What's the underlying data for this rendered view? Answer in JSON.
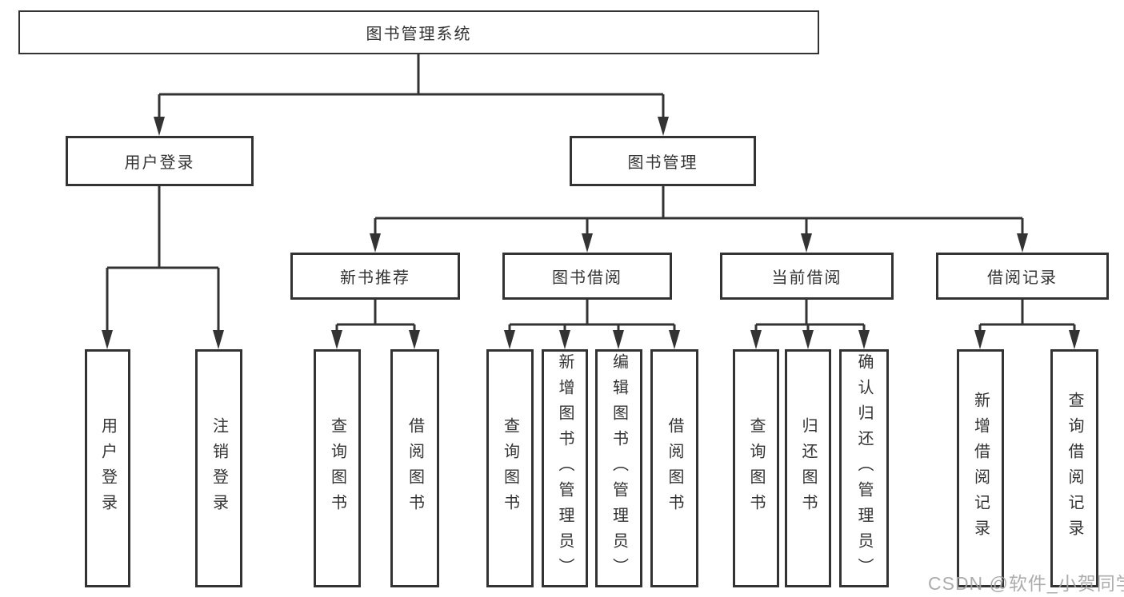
{
  "colors": {
    "line": "#333333",
    "text": "#333333",
    "box_background": "#ffffff",
    "page_background": "#ffffff",
    "watermark": "#a3a3a3"
  },
  "watermark": {
    "text": "CSDN @软件_小贺同学"
  },
  "tree": {
    "root": {
      "label": "图书管理系统"
    },
    "branches": [
      {
        "label": "用户登录",
        "children": [
          {
            "label": "用户登录"
          },
          {
            "label": "注销登录"
          }
        ]
      },
      {
        "label": "图书管理",
        "groups": [
          {
            "label": "新书推荐",
            "children": [
              {
                "label": "查询图书"
              },
              {
                "label": "借阅图书"
              }
            ]
          },
          {
            "label": "图书借阅",
            "children": [
              {
                "label": "查询图书"
              },
              {
                "label": "新增图书（管理员）"
              },
              {
                "label": "编辑图书（管理员）"
              },
              {
                "label": "借阅图书"
              }
            ]
          },
          {
            "label": "当前借阅",
            "children": [
              {
                "label": "查询图书"
              },
              {
                "label": "归还图书"
              },
              {
                "label": "确认归还（管理员）"
              }
            ]
          },
          {
            "label": "借阅记录",
            "children": [
              {
                "label": "新增借阅记录"
              },
              {
                "label": "查询借阅记录"
              }
            ]
          }
        ]
      }
    ]
  }
}
